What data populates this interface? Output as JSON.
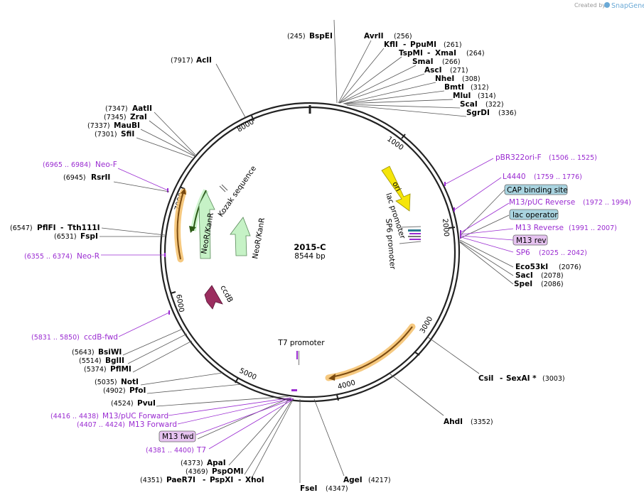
{
  "credit": {
    "prefix": "Created by",
    "brand": "SnapGene"
  },
  "plasmid": {
    "name": "2015-C",
    "length": "8544 bp"
  },
  "ticks": [
    {
      "label": "1000"
    },
    {
      "label": "2000"
    },
    {
      "label": "3000"
    },
    {
      "label": "4000"
    },
    {
      "label": "5000"
    },
    {
      "label": "6000"
    },
    {
      "label": "7000"
    },
    {
      "label": "8000"
    }
  ],
  "enzymes": [
    {
      "name": "BspEI",
      "pos": "(245)"
    },
    {
      "name": "AvrII",
      "pos": "(256)"
    },
    {
      "name": "KflI",
      "sep": "-",
      "name2": "PpuMI",
      "pos": "(261)"
    },
    {
      "name": "TspMI",
      "sep": "-",
      "name2": "XmaI",
      "pos": "(264)"
    },
    {
      "name": "SmaI",
      "pos": "(266)"
    },
    {
      "name": "AscI",
      "pos": "(271)"
    },
    {
      "name": "NheI",
      "pos": "(308)"
    },
    {
      "name": "BmtI",
      "pos": "(312)"
    },
    {
      "name": "MluI",
      "pos": "(314)"
    },
    {
      "name": "ScaI",
      "pos": "(322)"
    },
    {
      "name": "SgrDI",
      "pos": "(336)"
    },
    {
      "name": "AclI",
      "pos": "(7917)"
    },
    {
      "name": "AatII",
      "pos": "(7347)"
    },
    {
      "name": "ZraI",
      "pos": "(7345)"
    },
    {
      "name": "MauBI",
      "pos": "(7337)"
    },
    {
      "name": "SfiI",
      "pos": "(7301)"
    },
    {
      "name": "RsrII",
      "pos": "(6945)"
    },
    {
      "name": "PflFI",
      "sep": "-",
      "name2": "Tth111I",
      "pos": "(6547)"
    },
    {
      "name": "FspI",
      "pos": "(6531)"
    },
    {
      "name": "BsiWI",
      "pos": "(5643)"
    },
    {
      "name": "BglII",
      "pos": "(5514)"
    },
    {
      "name": "PflMI",
      "pos": "(5374)"
    },
    {
      "name": "NotI",
      "pos": "(5035)"
    },
    {
      "name": "PfoI",
      "pos": "(4902)"
    },
    {
      "name": "PvuI",
      "pos": "(4524)"
    },
    {
      "name": "ApaI",
      "pos": "(4373)"
    },
    {
      "name": "PspOMI",
      "pos": "(4369)"
    },
    {
      "name": "PaeR7I",
      "sep": "-",
      "name2": "PspXI",
      "sep2": "-",
      "name3": "XhoI",
      "pos": "(4351)"
    },
    {
      "name": "FseI",
      "pos": "(4347)"
    },
    {
      "name": "AgeI",
      "pos": "(4217)"
    },
    {
      "name": "AhdI",
      "pos": "(3352)"
    },
    {
      "name": "CsiI",
      "sep": "-",
      "name2": "SexAI *",
      "pos": "(3003)"
    },
    {
      "name": "Eco53kI",
      "pos": "(2076)"
    },
    {
      "name": "SacI",
      "pos": "(2078)"
    },
    {
      "name": "SpeI",
      "pos": "(2086)"
    }
  ],
  "primers": [
    {
      "name": "pBR322ori-F",
      "range": "(1506 .. 1525)"
    },
    {
      "name": "L4440",
      "range": "(1759 .. 1776)"
    },
    {
      "name": "M13/pUC Reverse",
      "range": "(1972 .. 1994)"
    },
    {
      "name": "M13 Reverse",
      "range": "(1991 .. 2007)"
    },
    {
      "name": "SP6",
      "range": "(2025 .. 2042)"
    },
    {
      "name": "Neo-F",
      "range": "(6965 .. 6984)"
    },
    {
      "name": "Neo-R",
      "range": "(6355 .. 6374)"
    },
    {
      "name": "ccdB-fwd",
      "range": "(5831 .. 5850)"
    },
    {
      "name": "M13/pUC Forward",
      "range": "(4416 .. 4438)"
    },
    {
      "name": "M13 Forward",
      "range": "(4407 .. 4424)"
    },
    {
      "name": "T7",
      "range": "(4381 .. 4400)"
    }
  ],
  "boxed_features": [
    {
      "name": "CAP binding site",
      "color": "#a9d4e0"
    },
    {
      "name": "lac operator",
      "color": "#a9d4e0"
    },
    {
      "name": "M13 rev",
      "color": "#e6c3f0"
    },
    {
      "name": "M13 fwd",
      "color": "#e6c3f0"
    }
  ],
  "features": [
    {
      "name": "ori",
      "color": "#f5e50a"
    },
    {
      "name": "lac promoter"
    },
    {
      "name": "SP6 promoter"
    },
    {
      "name": "NeoR/KanR",
      "color": "#c6f2c6"
    },
    {
      "name": "NeoR/KanR",
      "color": "#c6f2c6"
    },
    {
      "name": "Kozak sequence"
    },
    {
      "name": "ccdB",
      "color": "#9b2d5f"
    },
    {
      "name": "T7 promoter"
    }
  ],
  "colors": {
    "primer": "#9a2bd1",
    "backbone": "#222222",
    "orf_highlight": "#f5c06a",
    "orf_arrow": "#7a4a10"
  }
}
